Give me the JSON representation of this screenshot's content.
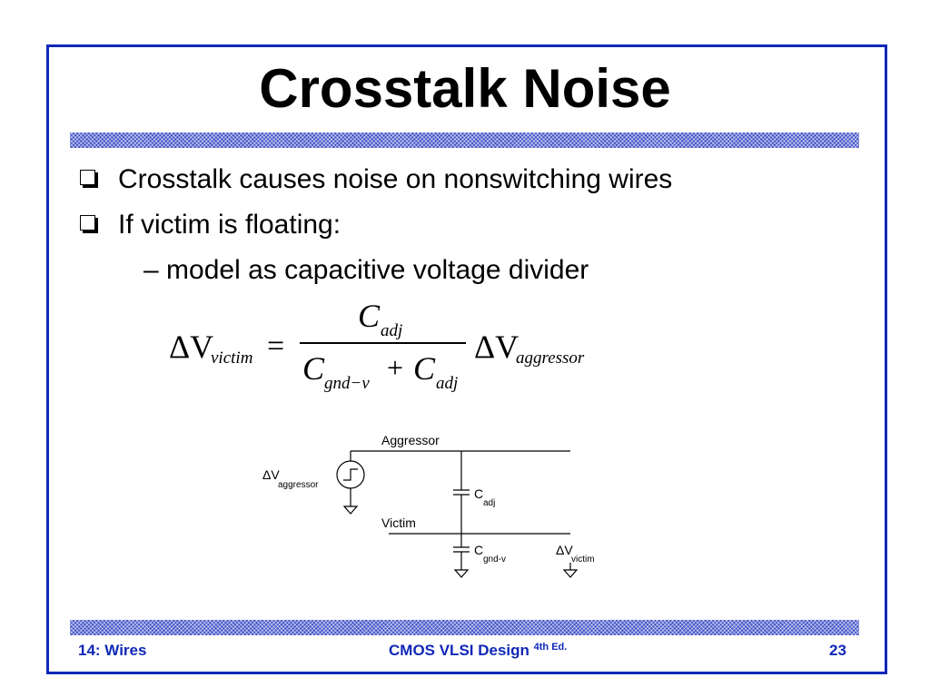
{
  "slide": {
    "title": "Crosstalk Noise",
    "bullets": [
      "Crosstalk causes noise on nonswitching wires",
      "If victim is floating:"
    ],
    "subbullet": "– model as capacitive voltage divider"
  },
  "equation": {
    "lhs": "ΔV",
    "lhs_sub": "victim",
    "equals": "=",
    "num": "C",
    "num_sub": "adj",
    "den1": "C",
    "den1_sub": "gnd−v",
    "plus": "+",
    "den2": "C",
    "den2_sub": "adj",
    "rhs": "ΔV",
    "rhs_sub": "aggressor"
  },
  "circuit": {
    "aggressor_label": "Aggressor",
    "victim_label": "Victim",
    "source": "ΔV",
    "source_sub": "aggressor",
    "cadj": "C",
    "cadj_sub": "adj",
    "cgnd": "C",
    "cgnd_sub": "gnd-v",
    "dv": "ΔV",
    "dv_sub": "victim"
  },
  "footer": {
    "left": "14: Wires",
    "center": "CMOS VLSI Design",
    "center_sup": "4th Ed.",
    "page": "23"
  },
  "colors": {
    "frame": "#1028b8",
    "footer_text": "#1028b8",
    "hatch": "#4050c8"
  }
}
